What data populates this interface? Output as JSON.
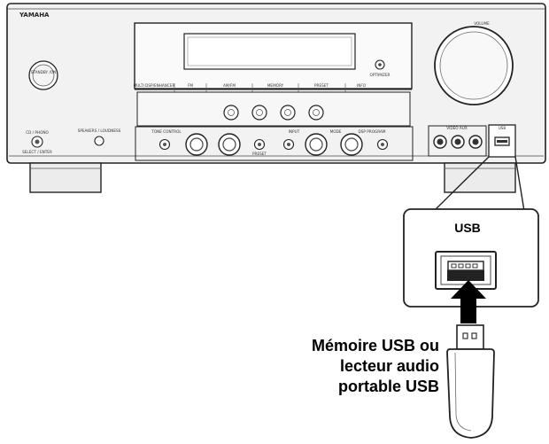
{
  "receiver": {
    "brand": "YAMAHA",
    "standby_label": "STANDBY /ON",
    "volume_label": "VOLUME",
    "optimizer_label": "OPTIMIZER",
    "bottom_labels": {
      "left_knob": "CD / PHONO",
      "left_knob_sub": "SELECT / ENTER",
      "speakers": "SPEAKERS / LOUDNESS",
      "tone": "TONE CONTROL",
      "preset": "PRESET",
      "input": "INPUT",
      "dsp": "DSP PROGRAM",
      "mode": "MODE",
      "aux": "VIDEO AUX",
      "usb_small": "USB"
    },
    "display_labels": [
      "MULTI DSP/ENHANCER",
      "FM",
      "AM/FM",
      "MEMORY",
      "PRESET",
      "INFO"
    ]
  },
  "callout": {
    "port_label": "USB"
  },
  "device_caption": {
    "line1": "Mémoire USB ou",
    "line2": "lecteur audio",
    "line3": "portable USB"
  }
}
